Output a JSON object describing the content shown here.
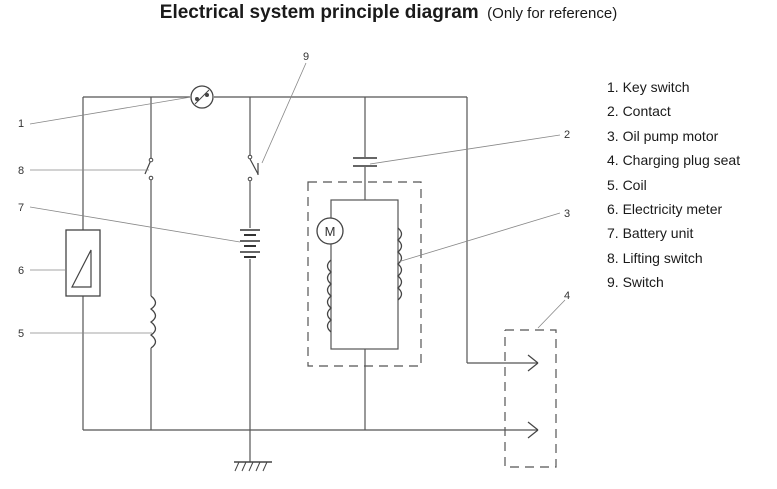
{
  "title": {
    "main": "Electrical system principle diagram",
    "sub": "(Only for reference)"
  },
  "callout_numbers": [
    "1",
    "2",
    "3",
    "4",
    "5",
    "6",
    "7",
    "8",
    "9"
  ],
  "motor_symbol": "M",
  "legend": [
    "1. Key switch",
    "2. Contact",
    "3. Oil pump motor",
    "4. Charging plug seat",
    "5. Coil",
    "6. Electricity meter",
    "7. Battery unit",
    "8. Lifting switch",
    "9. Switch"
  ]
}
